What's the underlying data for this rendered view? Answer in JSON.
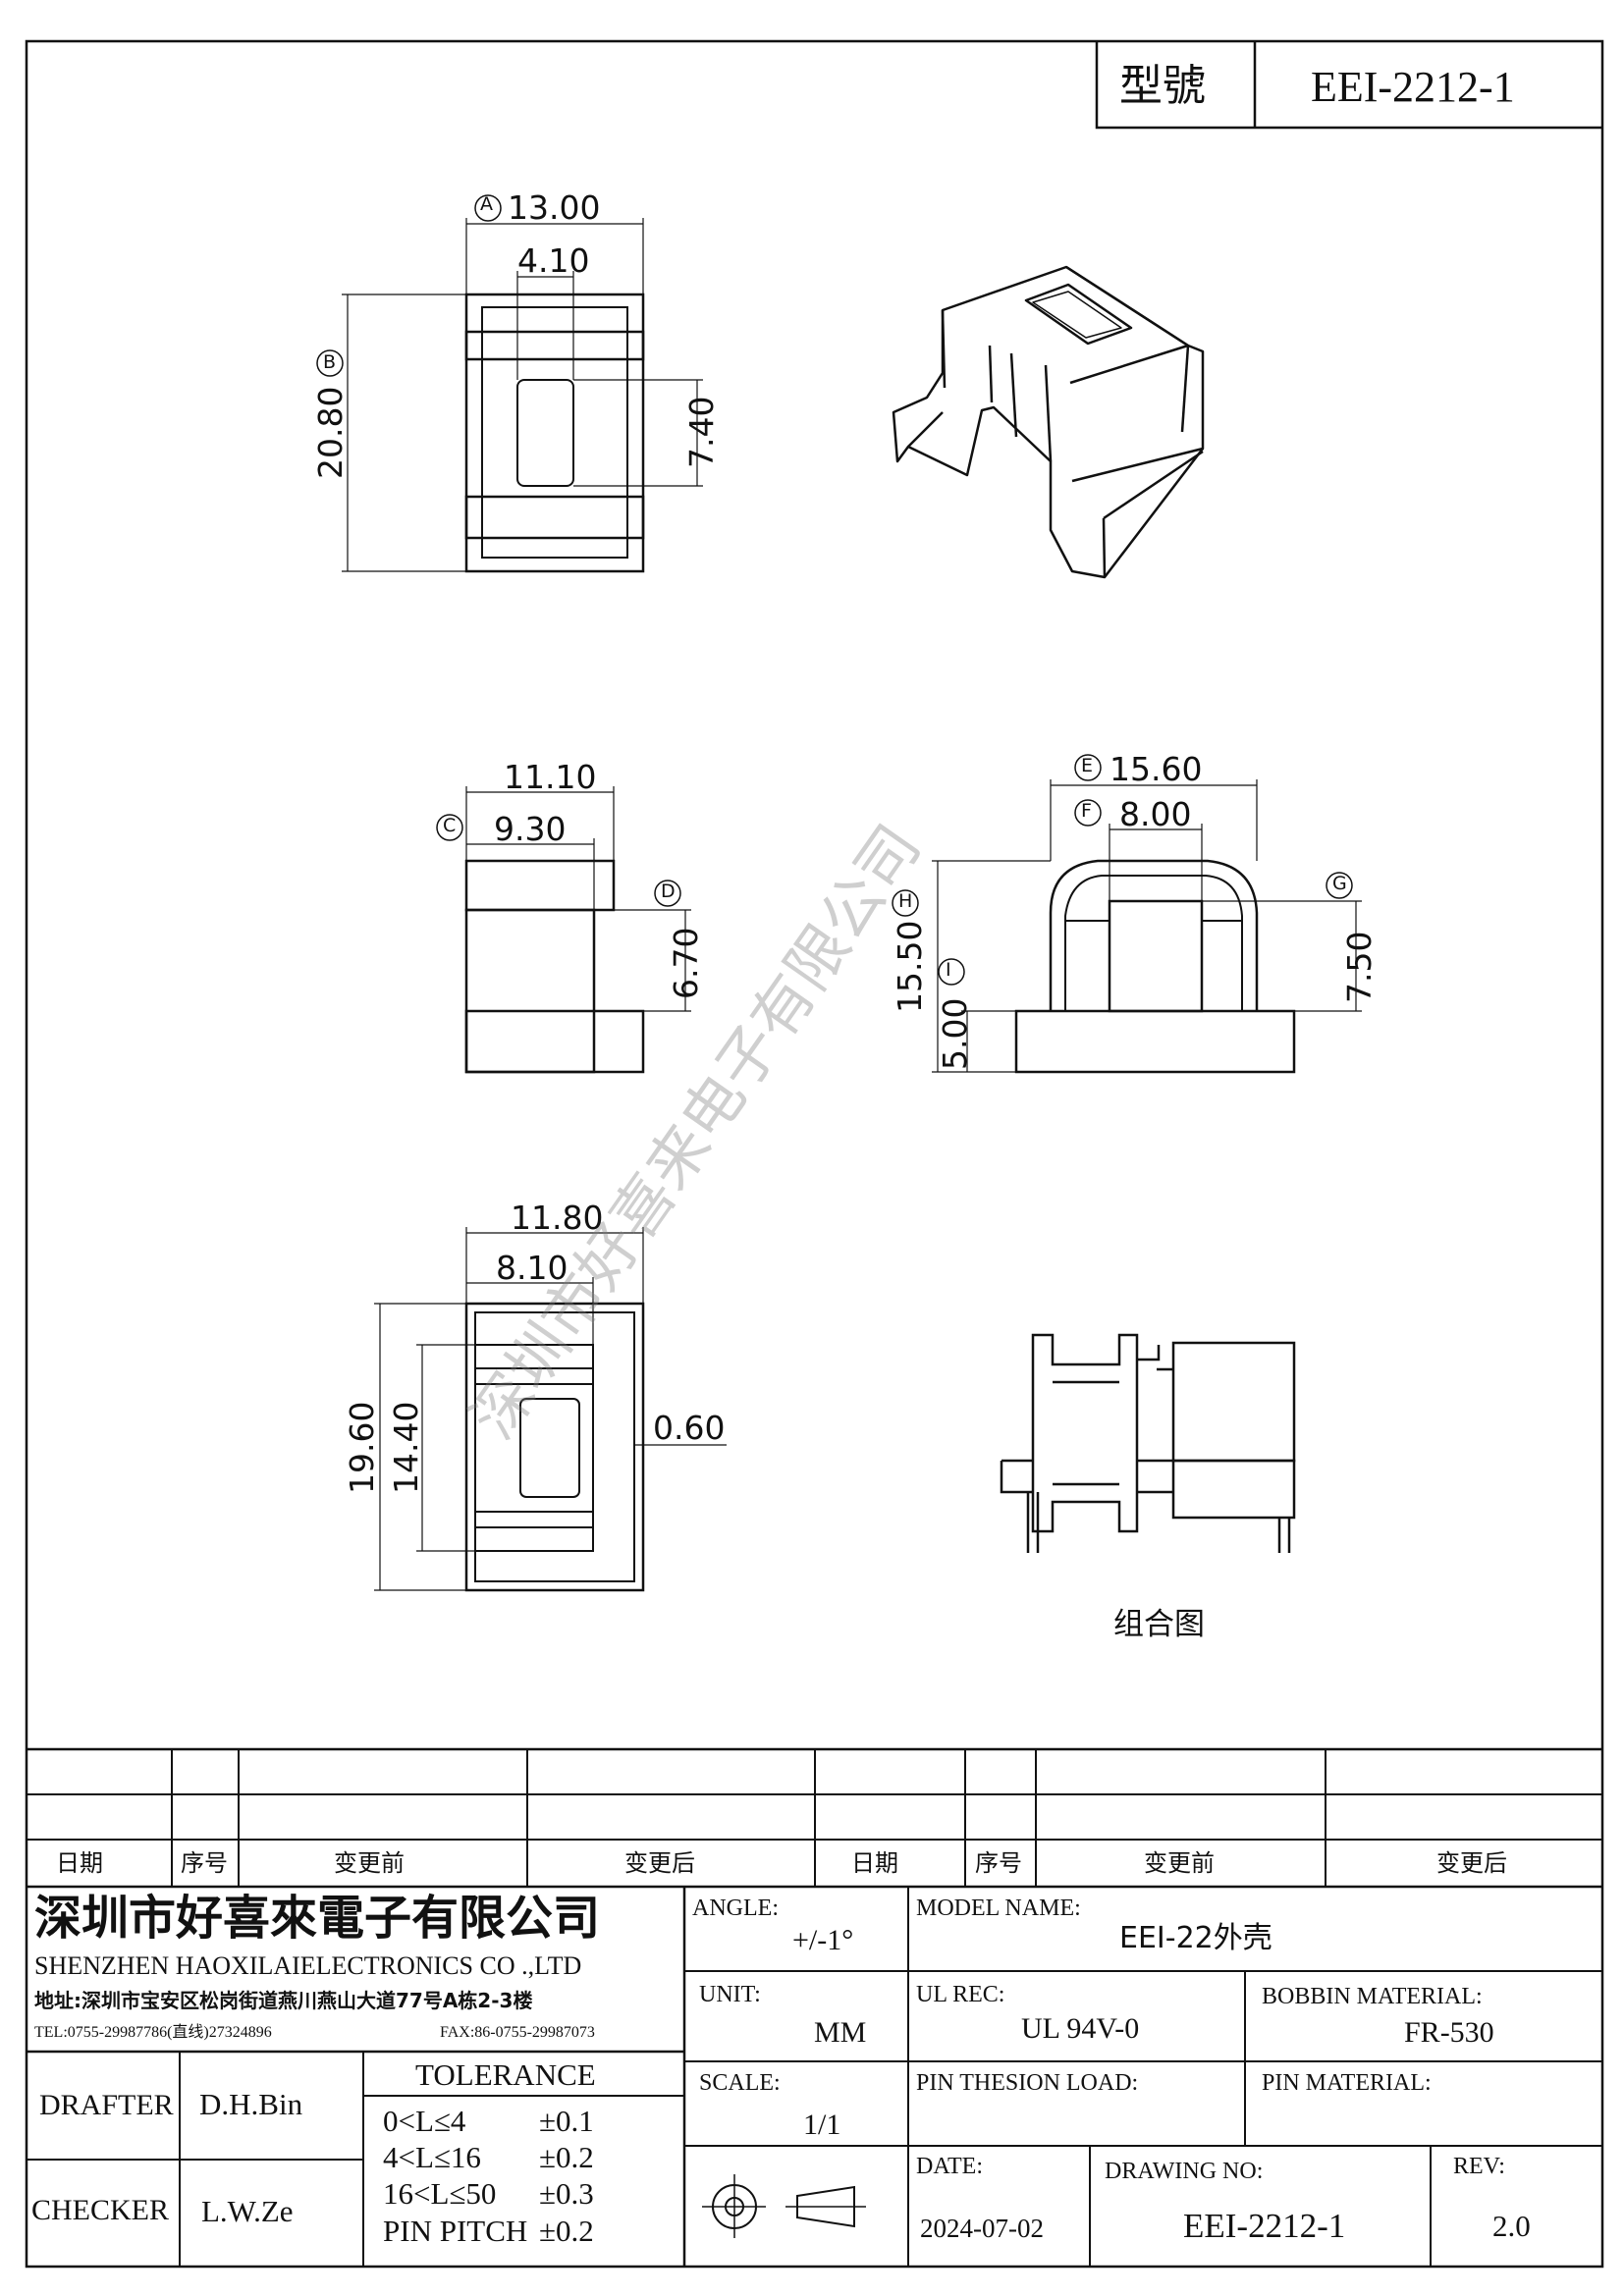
{
  "title_block_top": {
    "model_label": "型號",
    "model_value": "EEI-2212-1"
  },
  "dimensions": {
    "a": "13.00",
    "a_tag": "A",
    "inner_w": "4.10",
    "b": "20.80",
    "b_tag": "B",
    "slot_h": "7.40",
    "side_w": "11.10",
    "c": "9.30",
    "c_tag": "C",
    "d": "6.70",
    "d_tag": "D",
    "e": "15.60",
    "e_tag": "E",
    "f": "8.00",
    "f_tag": "F",
    "h": "15.50",
    "h_tag": "H",
    "i": "5.00",
    "i_tag": "I",
    "g": "7.50",
    "g_tag": "G",
    "bottom_w": "11.80",
    "bottom_inner": "8.10",
    "bottom_h": "19.60",
    "bottom_inner_h": "14.40",
    "thickness": "0.60"
  },
  "assembly_label": "组合图",
  "watermark": "深圳市好喜来电子有限公司",
  "revision_header": [
    "日期",
    "序号",
    "变更前",
    "变更后",
    "日期",
    "序号",
    "变更前",
    "变更后"
  ],
  "company": {
    "name_cn": "深圳市好喜來電子有限公司",
    "name_en": "SHENZHEN HAOXILAIELECTRONICS CO .,LTD",
    "address": "地址:深圳市宝安区松岗街道燕川燕山大道77号A栋2-3楼",
    "tel": "TEL:0755-29987786(直线)27324896",
    "fax": "FAX:86-0755-29987073"
  },
  "fields": {
    "angle_label": "ANGLE:",
    "angle_value": "+/-1°",
    "model_name_label": "MODEL NAME:",
    "model_name_value": "EEI-22外壳",
    "unit_label": "UNIT:",
    "unit_value": "MM",
    "ul_label": "UL REC:",
    "ul_value": "UL 94V-0",
    "bobbin_label": "BOBBIN MATERIAL:",
    "bobbin_value": "FR-530",
    "scale_label": "SCALE:",
    "scale_value": "1/1",
    "pin_load_label": "PIN THESION LOAD:",
    "pin_material_label": "PIN MATERIAL:",
    "date_label": "DATE:",
    "date_value": "2024-07-02",
    "drawing_no_label": "DRAWING NO:",
    "drawing_no_value": "EEI-2212-1",
    "rev_label": "REV:",
    "rev_value": "2.0",
    "drafter_label": "DRAFTER",
    "drafter_value": "D.H.Bin",
    "checker_label": "CHECKER",
    "checker_value": "L.W.Ze"
  },
  "tolerance": {
    "title": "TOLERANCE",
    "rows": [
      {
        "range": "0<L≤4",
        "value": "±0.1"
      },
      {
        "range": "4<L≤16",
        "value": "±0.2"
      },
      {
        "range": "16<L≤50",
        "value": "±0.3"
      },
      {
        "range": "PIN PITCH",
        "value": "±0.2"
      }
    ]
  }
}
